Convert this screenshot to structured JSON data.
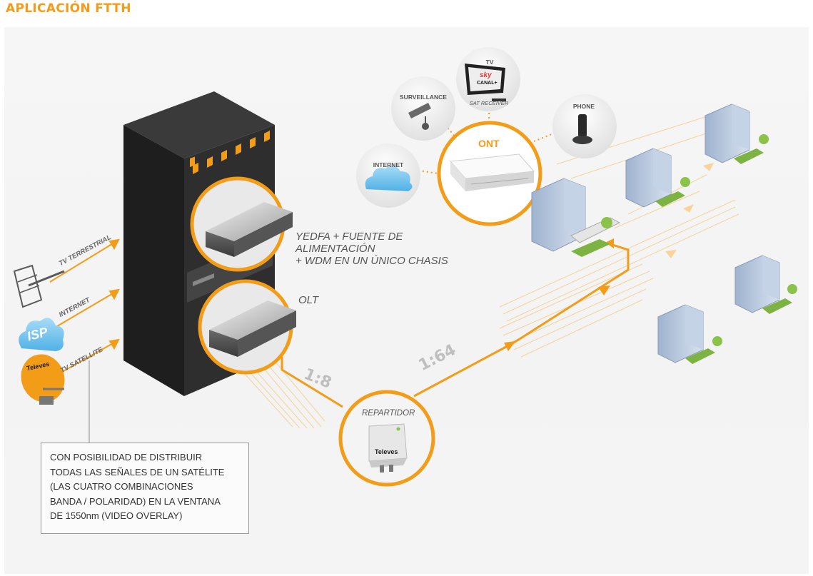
{
  "title": "APLICACIÓN FTTH",
  "labels": {
    "yedfa": "YEDFA + FUENTE DE\nALIMENTACIÓN\n+ WDM EN UN ÚNICO CHASIS",
    "olt": "OLT",
    "repartidor": "REPARTIDOR",
    "ratio_1_8": "1:8",
    "ratio_1_64": "1:64",
    "ont": "ONT"
  },
  "inputs": {
    "tv_terrestrial": "TV TERRESTRIAL",
    "internet": "INTERNET",
    "tv_satellite": "TV SATELLITE",
    "isp": "ISP",
    "televes_logo": "Televes"
  },
  "services": {
    "internet": "INTERNET",
    "surveillance": "SURVEILLANCE",
    "tv": "TV",
    "sat_receiver": "SAT RECEIVER",
    "phone": "PHONE",
    "sky": "sky",
    "canal": "CANAL+"
  },
  "note": "CON POSIBILIDAD DE DISTRIBUIR\nTODAS LAS SEÑALES DE UN SATÉLITE\n(LAS CUATRO COMBINACIONES\nBANDA / POLARIDAD) EN LA VENTANA\nDE 1550nm (VIDEO OVERLAY)",
  "colors": {
    "accent": "#f39c18",
    "rack": "#2b2b2b",
    "text": "#555555"
  }
}
